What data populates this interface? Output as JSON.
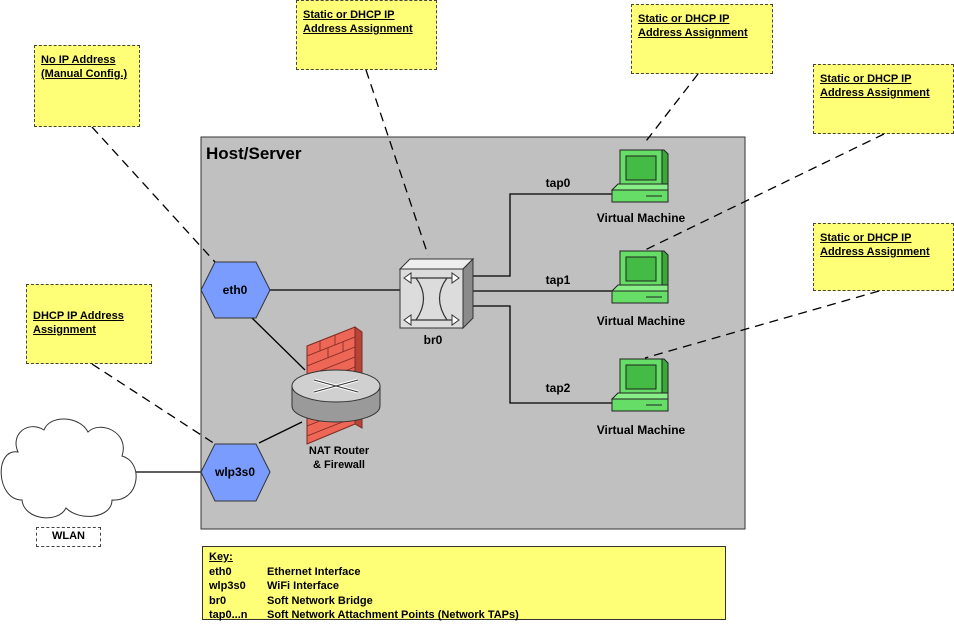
{
  "host": {
    "title": "Host/Server"
  },
  "interfaces": {
    "eth0": "eth0",
    "wlp3s0": "wlp3s0"
  },
  "bridge": {
    "label": "br0"
  },
  "router": {
    "label_line1": "NAT Router",
    "label_line2": "& Firewall"
  },
  "taps": [
    "tap0",
    "tap1",
    "tap2"
  ],
  "vms": [
    "Virtual Machine",
    "Virtual Machine",
    "Virtual Machine"
  ],
  "cloud": {
    "label": "WLAN"
  },
  "notes": {
    "eth0": [
      "No IP Address",
      "(Manual Config.)"
    ],
    "br0": [
      "Static or DHCP IP",
      "Address Assignment"
    ],
    "vm0": [
      "Static or DHCP IP",
      "Address Assignment"
    ],
    "vm_extra": [
      "Static or DHCP IP",
      "Address Assignment"
    ],
    "vm1": [
      "Static or DHCP IP",
      "Address Assignment"
    ],
    "wlp3s0": [
      "DHCP IP Address",
      "Assignment"
    ]
  },
  "key": {
    "title": "Key:",
    "rows": [
      {
        "term": "eth0",
        "desc": "Ethernet Interface"
      },
      {
        "term": "wlp3s0",
        "desc": "WiFi Interface"
      },
      {
        "term": "br0",
        "desc": "Soft Network Bridge"
      },
      {
        "term": "tap0...n",
        "desc": "Soft Network Attachment Points (Network TAPs)"
      }
    ]
  },
  "colors": {
    "host_fill": "#c0c0c0",
    "interface_fill": "#7b9cff",
    "note_fill": "#ffff77",
    "vm_green": "#66dd66",
    "firewall_red": "#ee6655"
  }
}
